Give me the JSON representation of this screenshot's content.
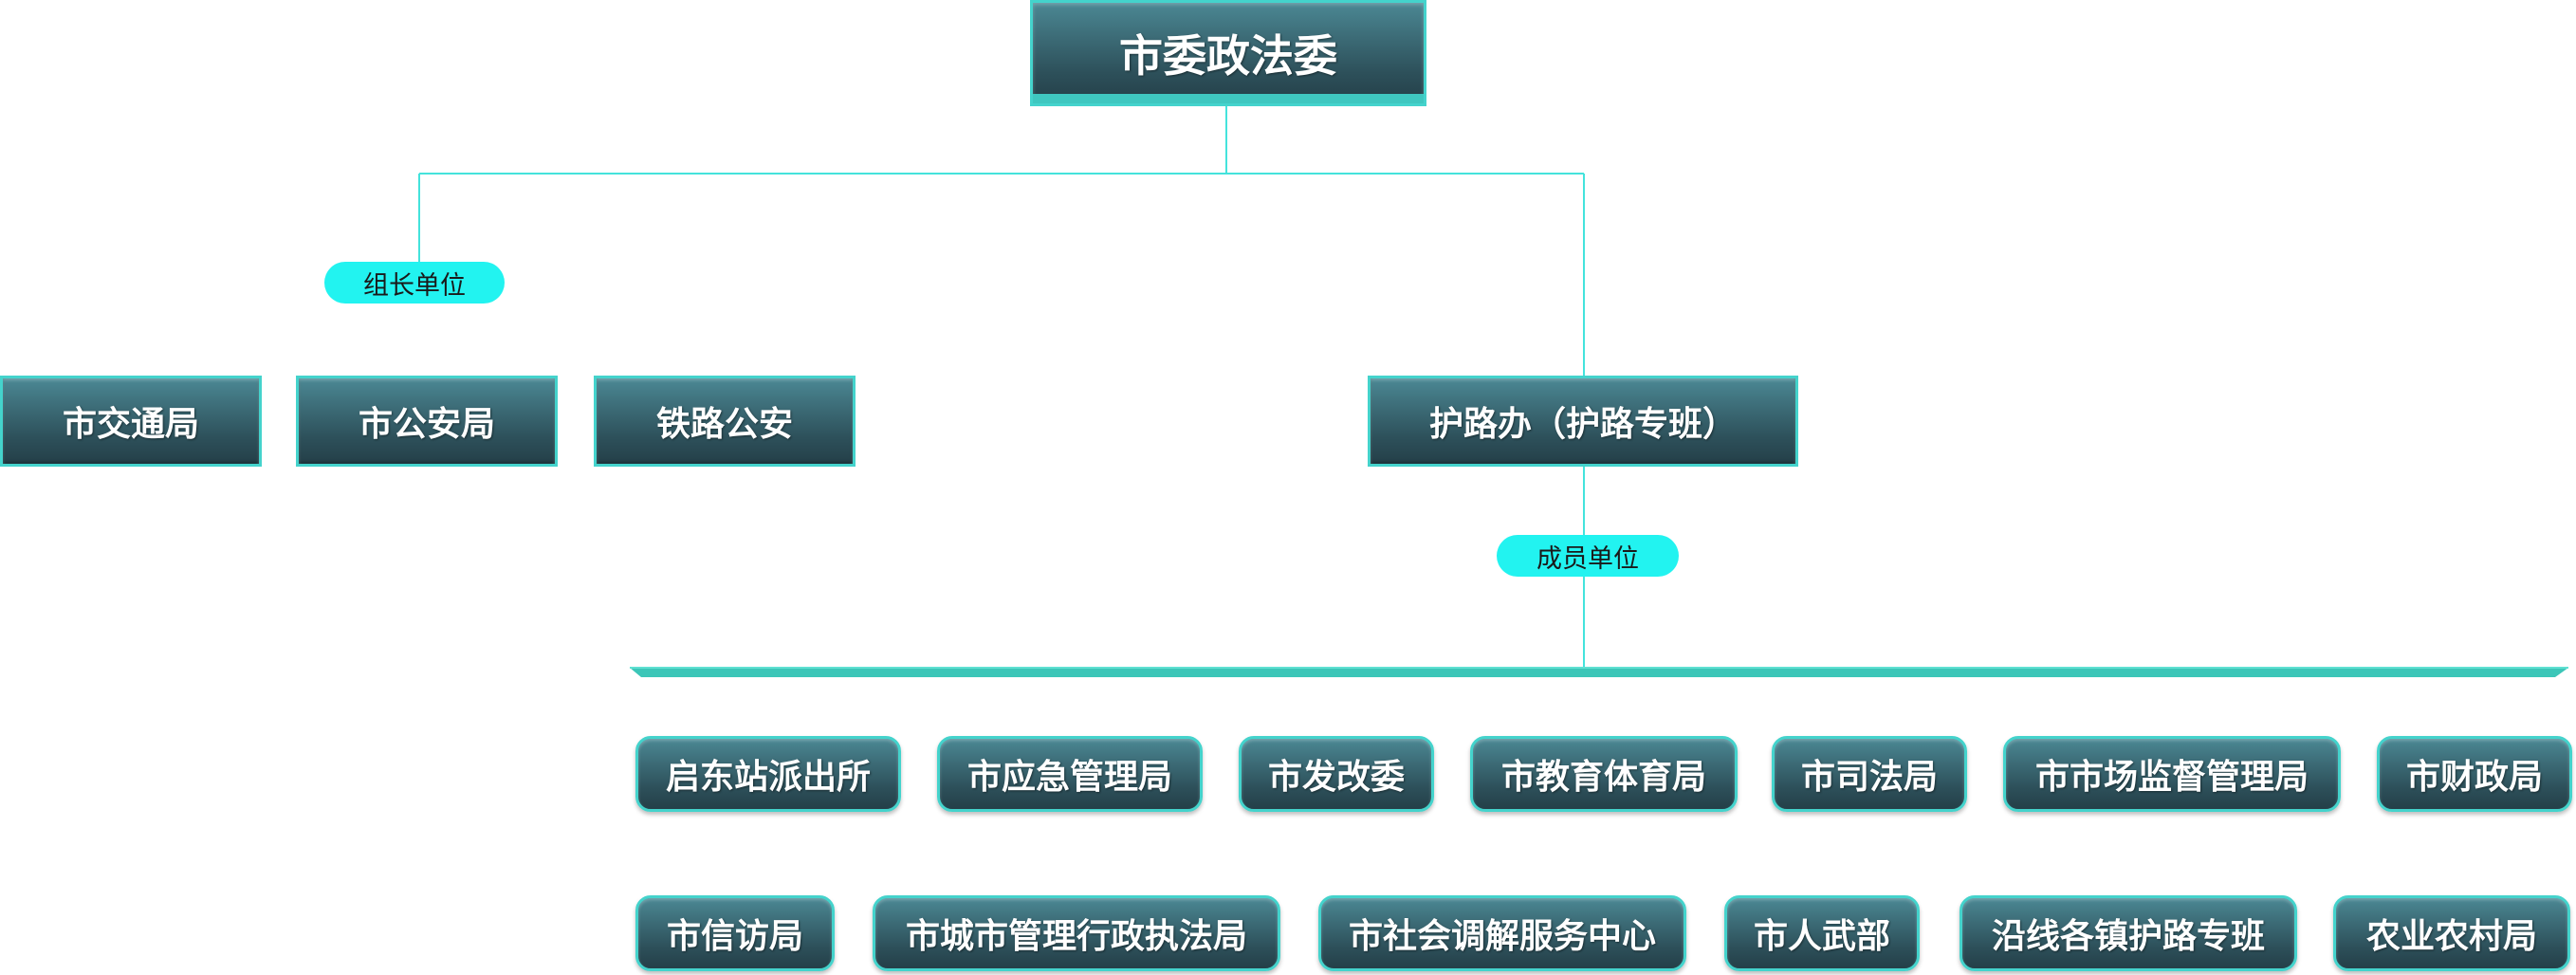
{
  "root": {
    "label": "市委政法委"
  },
  "group_leader": {
    "tag": "组长单位",
    "units": [
      "市交通局",
      "市公安局",
      "铁路公安"
    ]
  },
  "office": {
    "label": "护路办（护路专班）"
  },
  "members": {
    "tag": "成员单位",
    "row1": [
      "启东站派出所",
      "市应急管理局",
      "市发改委",
      "市教育体育局",
      "市司法局",
      "市市场监督管理局",
      "市财政局"
    ],
    "row2": [
      "市信访局",
      "市城市管理行政执法局",
      "市社会调解服务中心",
      "市人武部",
      "沿线各镇护路专班",
      "农业农村局"
    ]
  },
  "colors": {
    "box_border": "#44d3cc",
    "box_fill_top": "#4b8894",
    "box_fill_bottom": "#243f48",
    "tag_fill": "#22f3f0",
    "line": "#44e3dc"
  }
}
